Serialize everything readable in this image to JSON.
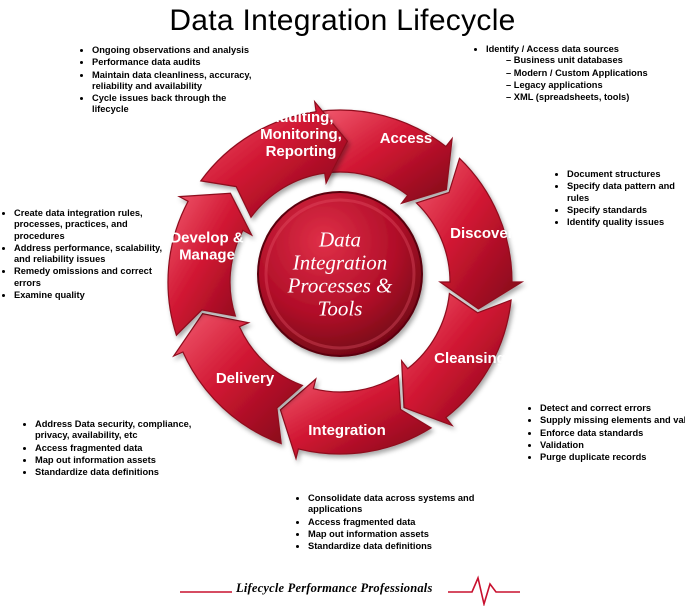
{
  "title": "Data Integration Lifecycle",
  "center": {
    "lines": [
      "Data",
      "Integration",
      "Processes &",
      "Tools"
    ]
  },
  "stages": [
    {
      "id": "access",
      "lines": [
        "Access"
      ]
    },
    {
      "id": "discovery",
      "lines": [
        "Discovery"
      ]
    },
    {
      "id": "cleansing",
      "lines": [
        "Cleansing"
      ]
    },
    {
      "id": "integration",
      "lines": [
        "Integration"
      ]
    },
    {
      "id": "delivery",
      "lines": [
        "Delivery"
      ]
    },
    {
      "id": "develop",
      "lines": [
        "Develop &",
        "Manage"
      ]
    },
    {
      "id": "auditing",
      "lines": [
        "Auditing,",
        "Monitoring,",
        "Reporting"
      ]
    }
  ],
  "notes": {
    "auditing": [
      "Ongoing observations and analysis",
      "Performance data audits",
      "Maintain data cleanliness, accuracy, reliability and availability",
      "Cycle issues back through the lifecycle"
    ],
    "access": {
      "main": "Identify / Access data sources",
      "sub": [
        "Business unit databases",
        "Modern / Custom Applications",
        "Legacy applications",
        "XML (spreadsheets, tools)"
      ]
    },
    "discovery": [
      "Document structures",
      "Specify data pattern and rules",
      "Specify standards",
      "Identify quality issues"
    ],
    "develop": [
      "Create data integration rules, processes, practices, and procedures",
      "Address performance, scalability, and reliability issues",
      "Remedy omissions and correct errors",
      "Examine quality"
    ],
    "cleansing": [
      "Detect and correct errors",
      "Supply missing elements and value",
      "Enforce data standards",
      "Validation",
      "Purge duplicate records"
    ],
    "delivery": [
      "Address Data security, compliance, privacy, availability, etc",
      "Access fragmented data",
      "Map out information assets",
      "Standardize data definitions"
    ],
    "integration": [
      "Consolidate data across systems and applications",
      "Access fragmented data",
      "Map out information assets",
      "Standardize data definitions"
    ]
  },
  "footer": "Lifecycle Performance Professionals",
  "colors": {
    "arrow": "#c8102e",
    "arrow_dark": "#8e0a1e",
    "arrow_light": "#f05a6e",
    "center": "#b50e2a"
  }
}
